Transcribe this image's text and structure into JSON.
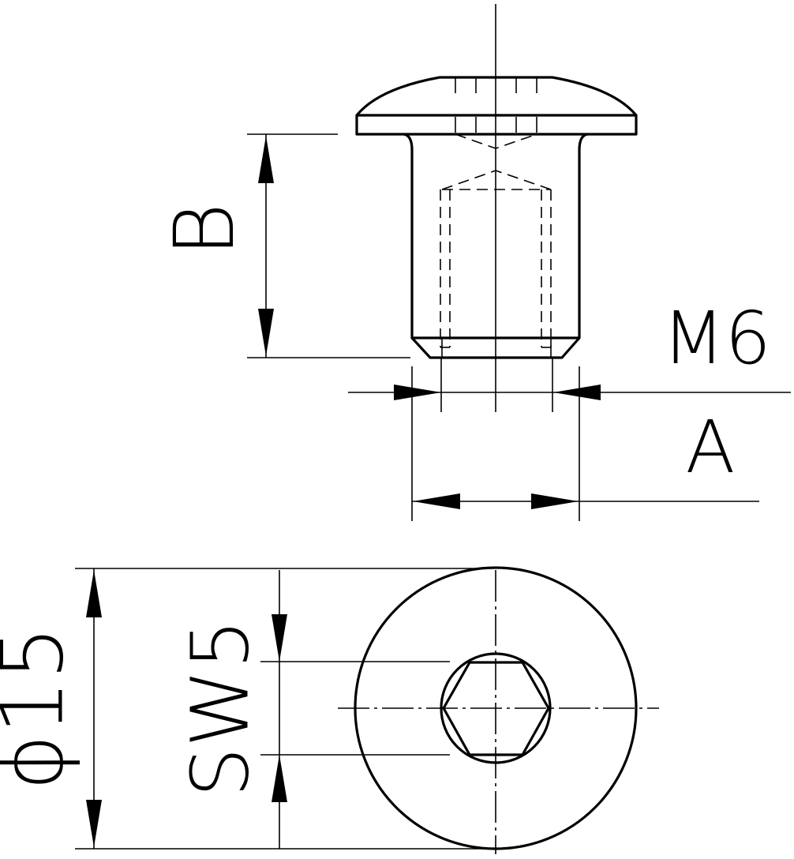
{
  "labels": {
    "height_dim": "B",
    "thread_dim": "M6",
    "sleeve_dia_dim": "A",
    "head_dia_dim": "ϕ15",
    "hex_across_flats_dim": "SW5"
  }
}
